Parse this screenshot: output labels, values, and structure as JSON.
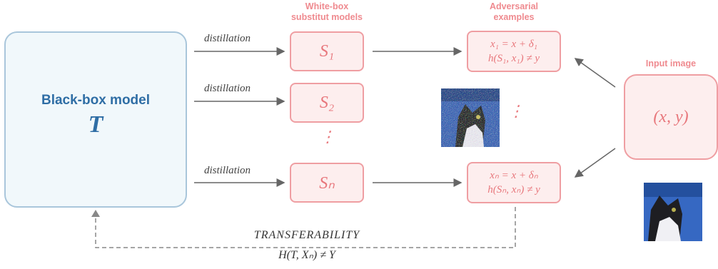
{
  "black_box": {
    "title": "Black-box model",
    "symbol": "T"
  },
  "headers": {
    "whitebox": [
      "White-box",
      "substitut models"
    ],
    "adversarial": [
      "Adversarial",
      "examples"
    ],
    "input": "Input image"
  },
  "distillation_label": "distillation",
  "substitutes": [
    "S₁",
    "S₂",
    "Sₙ"
  ],
  "adversarial_examples": [
    {
      "line1": "x₁ = x + δ₁",
      "line2": "h(S₁, x₁) ≠ y"
    },
    {
      "line1": "xₙ = x + δₙ",
      "line2": "h(Sₙ, xₙ) ≠ y"
    }
  ],
  "input_symbol": "(x, y)",
  "ellipsis": "⋮",
  "transferability": {
    "label": "TRANSFERABILITY",
    "formula": "H(T, Xₙ) ≠ Y"
  },
  "colors": {
    "blue": "#2f6ea5",
    "pink": "#ef9ea2",
    "pink_fill": "#fdeeee",
    "arrow": "#666666"
  }
}
